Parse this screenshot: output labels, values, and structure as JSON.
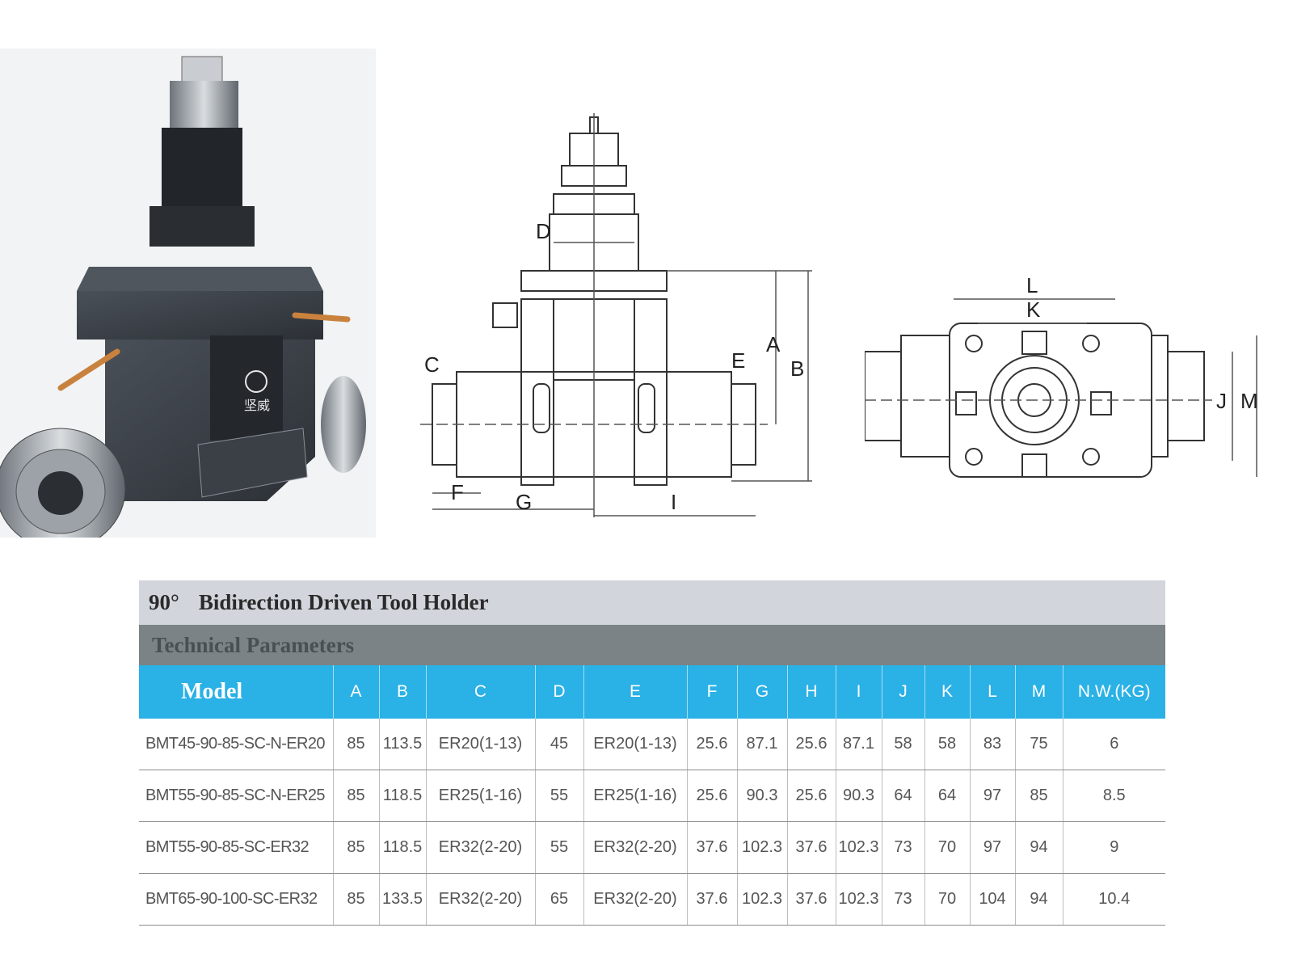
{
  "header": {
    "title_degree": "90°",
    "title_text": "Bidirection Driven Tool Holder",
    "subtitle": "Technical Parameters"
  },
  "drawing_labels": {
    "A": "A",
    "B": "B",
    "C": "C",
    "D": "D",
    "E": "E",
    "F": "F",
    "G": "G",
    "I": "I",
    "J": "J",
    "K": "K",
    "L": "L",
    "M": "M"
  },
  "product_logo_text": "坚威",
  "table": {
    "columns": [
      "Model",
      "A",
      "B",
      "C",
      "D",
      "E",
      "F",
      "G",
      "H",
      "I",
      "J",
      "K",
      "L",
      "M",
      "N.W.(KG)"
    ],
    "rows": [
      [
        "BMT45-90-85-SC-N-ER20",
        "85",
        "113.5",
        "ER20(1-13)",
        "45",
        "ER20(1-13)",
        "25.6",
        "87.1",
        "25.6",
        "87.1",
        "58",
        "58",
        "83",
        "75",
        "6"
      ],
      [
        "BMT55-90-85-SC-N-ER25",
        "85",
        "118.5",
        "ER25(1-16)",
        "55",
        "ER25(1-16)",
        "25.6",
        "90.3",
        "25.6",
        "90.3",
        "64",
        "64",
        "97",
        "85",
        "8.5"
      ],
      [
        "BMT55-90-85-SC-ER32",
        "85",
        "118.5",
        "ER32(2-20)",
        "55",
        "ER32(2-20)",
        "37.6",
        "102.3",
        "37.6",
        "102.3",
        "73",
        "70",
        "97",
        "94",
        "9"
      ],
      [
        "BMT65-90-100-SC-ER32",
        "85",
        "133.5",
        "ER32(2-20)",
        "65",
        "ER32(2-20)",
        "37.6",
        "102.3",
        "37.6",
        "102.3",
        "73",
        "70",
        "104",
        "94",
        "10.4"
      ]
    ]
  },
  "colors": {
    "header_blue": "#2ab1e6",
    "title_bar": "#d2d6dc",
    "subtitle_bar": "#7b8386",
    "body_metal": "#3a3f47"
  }
}
